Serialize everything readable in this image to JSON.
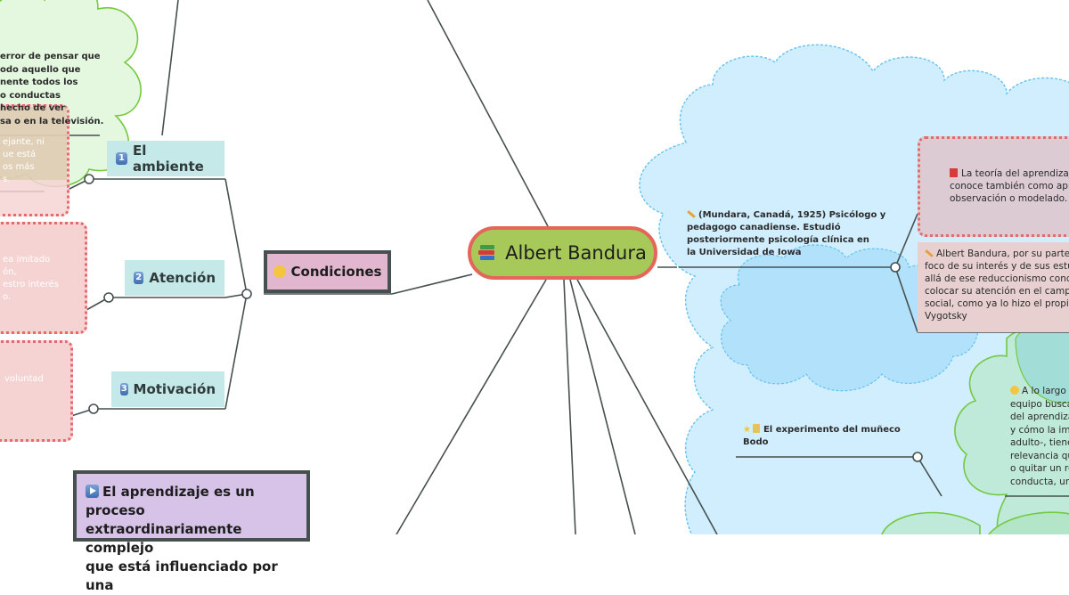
{
  "root": {
    "label": "Albert Bandura",
    "icon": "books-icon"
  },
  "conditions": {
    "label": "Condiciones",
    "icon": "slightly-smiling-face-icon",
    "children": [
      {
        "number": "1",
        "label": "El ambiente",
        "icon": "keycap-1-icon"
      },
      {
        "number": "2",
        "label": "Atención",
        "icon": "keycap-2-icon"
      },
      {
        "number": "3",
        "label": "Motivación",
        "icon": "keycap-3-icon"
      }
    ]
  },
  "left_cloud_text": [
    "error de pensar que",
    "odo aquello que",
    "nente todos los",
    "o conductas",
    "hecho de ver",
    "sa o en la televisión."
  ],
  "ambiente_note": [
    "ejante, ni",
    "ue está",
    "os más",
    "s."
  ],
  "atencion_note": [
    "ea imitado",
    "ón,",
    "estro interés",
    "o."
  ],
  "motivacion_note": [
    "voluntad"
  ],
  "intro_box": {
    "icon": "play-button-icon",
    "lines": [
      "El aprendizaje es un proceso",
      "extraordinariamente complejo",
      "que está influenciado por una"
    ]
  },
  "bio": {
    "icon": "pencil-icon",
    "lines": [
      "(Mundara, Canadá, 1925) Psicólogo y",
      "pedagogo canadiense. Estudió",
      "posteriormente psicología clínica en",
      "la Universidad de Iowa"
    ]
  },
  "theory_note": {
    "icon": "red-book-icon",
    "lines": [
      "La teoría del aprendizaje",
      "conoce también como apre",
      "observación o modelado."
    ]
  },
  "bandura_note": {
    "icon": "pencil-icon",
    "lines": [
      "Albert Bandura, por su parte,",
      "foco de su interés y de sus estu",
      "allá de ese reduccionismo condu",
      "colocar su atención en el campo",
      "social, como ya lo hizo el propio",
      "Vygotsky"
    ]
  },
  "experiment": {
    "icons": [
      "star-icon",
      "scroll-icon"
    ],
    "lines": [
      "El experimento del muñeco",
      "Bodo"
    ]
  },
  "experiment_note": {
    "icon": "slightly-smiling-face-icon",
    "lines": [
      "A lo largo",
      "equipo busca",
      "del aprendiza",
      "y cómo la imi",
      "adulto-, tiene",
      "relevancia qu",
      "o quitar un re",
      "conducta, un"
    ]
  },
  "colors": {
    "root_fill": "#a6c95a",
    "root_border": "#e4665a",
    "conditions_fill": "#e3b6d0",
    "subtopic_fill": "#c5e8e8",
    "blue_cloud": "#d1eefe",
    "blue_cloud_dark": "#b2e1fc",
    "green_cloud": "#e4f7df",
    "mint_cloud": "#bfe9d8",
    "line": "#46514f"
  }
}
